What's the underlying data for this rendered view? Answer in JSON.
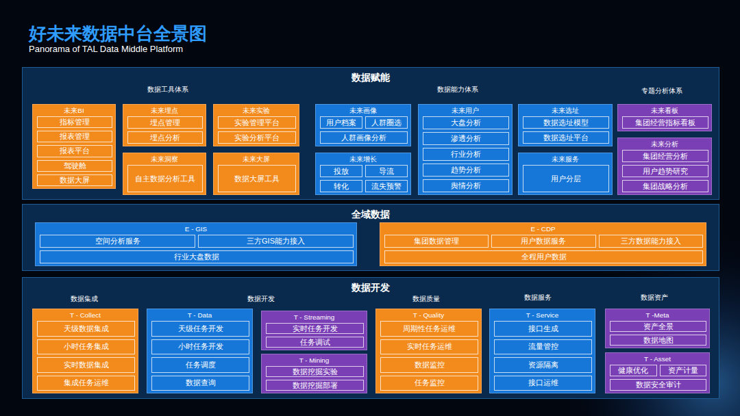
{
  "diagram": {
    "title": "好未来数据中台全景图",
    "nodes": [
      {
        "text": [
          "数据赋能"
        ]
      },
      {
        "text": [
          "未来BI"
        ],
        "in": 0
      },
      {
        "text": [
          "指标管理"
        ],
        "in": 1
      },
      {
        "text": [
          "报表管理"
        ],
        "in": 1
      },
      {
        "text": [
          "报表平台"
        ],
        "in": 1
      },
      {
        "text": [
          "驾驶舱"
        ],
        "in": 1
      },
      {
        "text": [
          "数据大屏"
        ],
        "in": 1
      },
      {
        "text": [
          "未来埋点"
        ],
        "in": 0
      },
      {
        "text": [
          "埋点管理"
        ],
        "in": 7
      },
      {
        "text": [
          "埋点分析"
        ],
        "in": 7
      },
      {
        "text": [
          "未来实验"
        ],
        "in": 0
      },
      {
        "text": [
          "实验管理平台"
        ],
        "in": 10
      },
      {
        "text": [
          "实验分析平台"
        ],
        "in": 10
      },
      {
        "text": [
          "未来洞察"
        ],
        "in": 0
      },
      {
        "text": [
          "自主数据分析工具"
        ],
        "in": 13
      },
      {
        "text": [
          "未来大屏"
        ],
        "in": 0
      },
      {
        "text": [
          "数据大屏工具"
        ],
        "in": 15
      },
      {
        "text": [
          "未来画像"
        ],
        "in": 0
      },
      {
        "text": [
          "用户档案"
        ],
        "in": 17
      },
      {
        "text": [
          "人群圈选"
        ],
        "in": 17
      },
      {
        "text": [
          "人群画像分析"
        ],
        "in": 17
      },
      {
        "text": [
          "未来增长"
        ],
        "in": 0
      },
      {
        "text": [
          "投放"
        ],
        "in": 21
      },
      {
        "text": [
          "导流"
        ],
        "in": 21
      },
      {
        "text": [
          "转化"
        ],
        "in": 21
      },
      {
        "text": [
          "流失预警"
        ],
        "in": 21
      },
      {
        "text": [
          "未来用户"
        ],
        "in": 0
      },
      {
        "text": [
          "大盘分析"
        ],
        "in": 26
      },
      {
        "text": [
          "渗透分析"
        ],
        "in": 26
      },
      {
        "text": [
          "行业分析"
        ],
        "in": 26
      },
      {
        "text": [
          "趋势分析"
        ],
        "in": 26
      },
      {
        "text": [
          "舆情分析"
        ],
        "in": 26
      },
      {
        "text": [
          "未来选址"
        ],
        "in": 0
      },
      {
        "text": [
          "数据选址模型"
        ],
        "in": 32
      },
      {
        "text": [
          "数据选址平台"
        ],
        "in": 32
      },
      {
        "text": [
          "未来服务"
        ],
        "in": 0
      },
      {
        "text": [
          "用户分层"
        ],
        "in": 35
      },
      {
        "text": [
          "未来看板"
        ],
        "in": 0
      },
      {
        "text": [
          "集团经营指标看板"
        ],
        "in": 37
      },
      {
        "text": [
          "未来分析"
        ],
        "in": 0
      },
      {
        "text": [
          "集团经营分析"
        ],
        "in": 39
      },
      {
        "text": [
          "用户趋势研究"
        ],
        "in": 39
      },
      {
        "text": [
          "集团战略分析"
        ],
        "in": 39
      },
      {
        "text": [
          "全域数据"
        ]
      },
      {
        "text": [
          "E - GIS"
        ],
        "in": 43
      },
      {
        "text": [
          "空间分析服务"
        ],
        "in": 44
      },
      {
        "text": [
          "三方GIS能力接入"
        ],
        "in": 44
      },
      {
        "text": [
          "行业大盘数据"
        ],
        "in": 44
      },
      {
        "text": [
          "E - CDP"
        ],
        "in": 43
      },
      {
        "text": [
          "集团数据管理"
        ],
        "in": 48
      },
      {
        "text": [
          "用户数据服务"
        ],
        "in": 48
      },
      {
        "text": [
          "三方数据能力接入"
        ],
        "in": 48
      },
      {
        "text": [
          "全程用户数据"
        ],
        "in": 48
      },
      {
        "text": [
          "数据开发"
        ]
      },
      {
        "text": [
          "T - Collect"
        ],
        "in": 53
      },
      {
        "text": [
          "天级数据集成"
        ],
        "in": 54
      },
      {
        "text": [
          "小时任务集成"
        ],
        "in": 54
      },
      {
        "text": [
          "实时数据集成"
        ],
        "in": 54
      },
      {
        "text": [
          "集成任务运维"
        ],
        "in": 54
      },
      {
        "text": [
          "T - Data"
        ],
        "in": 53
      },
      {
        "text": [
          "天级任务开发"
        ],
        "in": 59
      },
      {
        "text": [
          "小时任务开发"
        ],
        "in": 59
      },
      {
        "text": [
          "任务调度"
        ],
        "in": 59
      },
      {
        "text": [
          "数据查询"
        ],
        "in": 59
      },
      {
        "text": [
          "T - Streaming"
        ],
        "in": 53
      },
      {
        "text": [
          "实时任务开发"
        ],
        "in": 64
      },
      {
        "text": [
          "任务调试"
        ],
        "in": 64
      },
      {
        "text": [
          "T - Mining"
        ],
        "in": 53
      },
      {
        "text": [
          "数据挖掘实验"
        ],
        "in": 67
      },
      {
        "text": [
          "数据挖掘部署"
        ],
        "in": 67
      },
      {
        "text": [
          "T - Quality"
        ],
        "in": 53
      },
      {
        "text": [
          "周期性任务运维"
        ],
        "in": 70
      },
      {
        "text": [
          "实时任务运维"
        ],
        "in": 70
      },
      {
        "text": [
          "数据监控"
        ],
        "in": 70
      },
      {
        "text": [
          "任务监控"
        ],
        "in": 70
      },
      {
        "text": [
          "T - Service"
        ],
        "in": 53
      },
      {
        "text": [
          "接口生成"
        ],
        "in": 75
      },
      {
        "text": [
          "流量管控"
        ],
        "in": 75
      },
      {
        "text": [
          "资源隔离"
        ],
        "in": 75
      },
      {
        "text": [
          "接口运维"
        ],
        "in": 75
      },
      {
        "text": [
          "T -Meta"
        ],
        "in": 53
      },
      {
        "text": [
          "资产全景"
        ],
        "in": 80
      },
      {
        "text": [
          "数据地图"
        ],
        "in": 80
      },
      {
        "text": [
          "T - Asset"
        ],
        "in": 53
      },
      {
        "text": [
          "健康优化"
        ],
        "in": 83
      },
      {
        "text": [
          "资产计量"
        ],
        "in": 83
      },
      {
        "text": [
          "数据安全审计"
        ],
        "in": 83
      }
    ],
    "labels": [
      "Panorama of TAL Data Middle Platform",
      "数据工具体系",
      "数据能力体系",
      "专题分析体系",
      "数据集成",
      "数据开发",
      "数据质量",
      "数据服务",
      "数据资产"
    ]
  }
}
